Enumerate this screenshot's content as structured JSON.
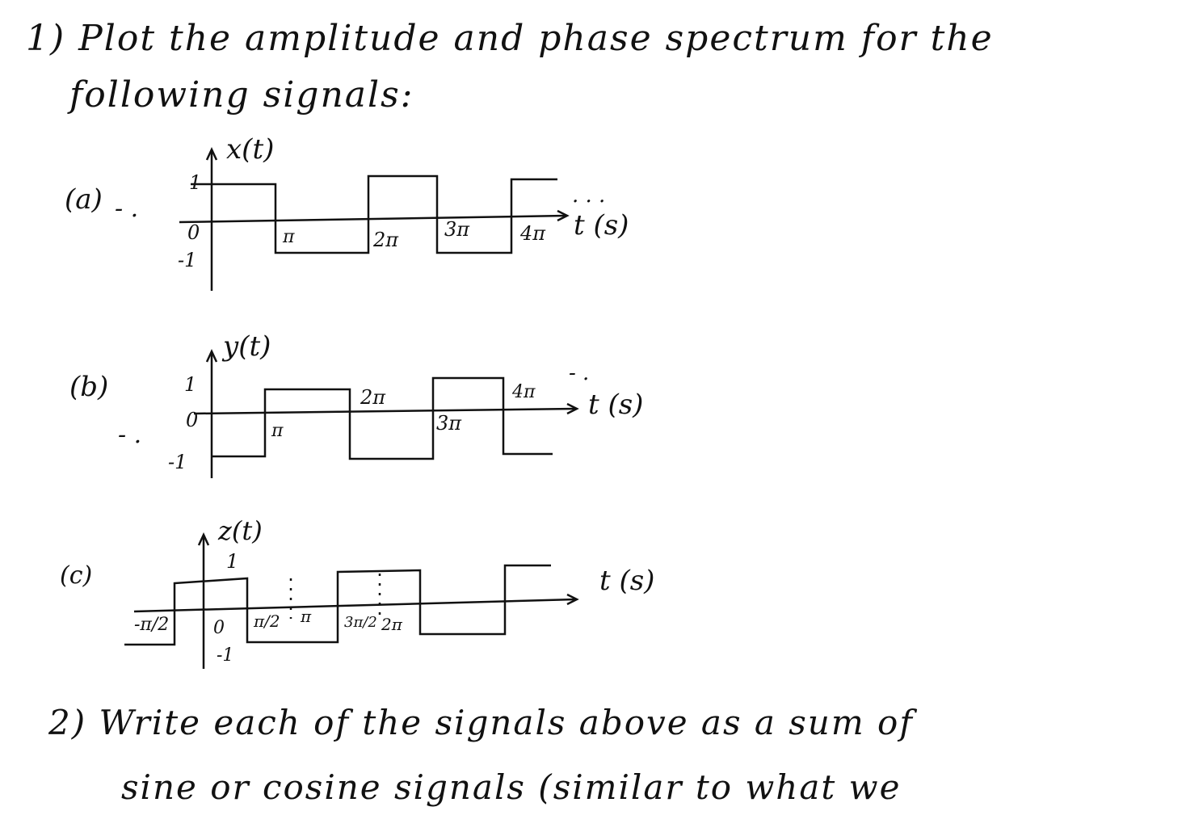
{
  "q1": {
    "number": "1)",
    "line1": "Plot the amplitude and phase spectrum for the",
    "line2": "following signals:"
  },
  "graphs": [
    {
      "part": "(a)",
      "signal": "x(t)",
      "axis": "t (s)",
      "levels": [
        "1",
        "0",
        "-1"
      ],
      "ticks": [
        "π",
        "2π",
        "3π",
        "4π"
      ],
      "dots_left": "- .",
      "dots_right": ". . ."
    },
    {
      "part": "(b)",
      "signal": "y(t)",
      "axis": "t (s)",
      "levels": [
        "1",
        "0",
        "-1"
      ],
      "ticks": [
        "π",
        "2π",
        "3π",
        "4π"
      ],
      "dots_left": "- .",
      "dots_right": "- ."
    },
    {
      "part": "(c)",
      "signal": "z(t)",
      "axis": "t (s)",
      "levels": [
        "1",
        "0",
        "-1"
      ],
      "ticks": [
        "-π/2",
        "π/2",
        "π",
        "3π/2",
        "2π"
      ]
    }
  ],
  "q2": {
    "number": "2)",
    "line1": "Write each of the signals above as a sum of",
    "line2": "sine or cosine signals (similar to what we"
  }
}
